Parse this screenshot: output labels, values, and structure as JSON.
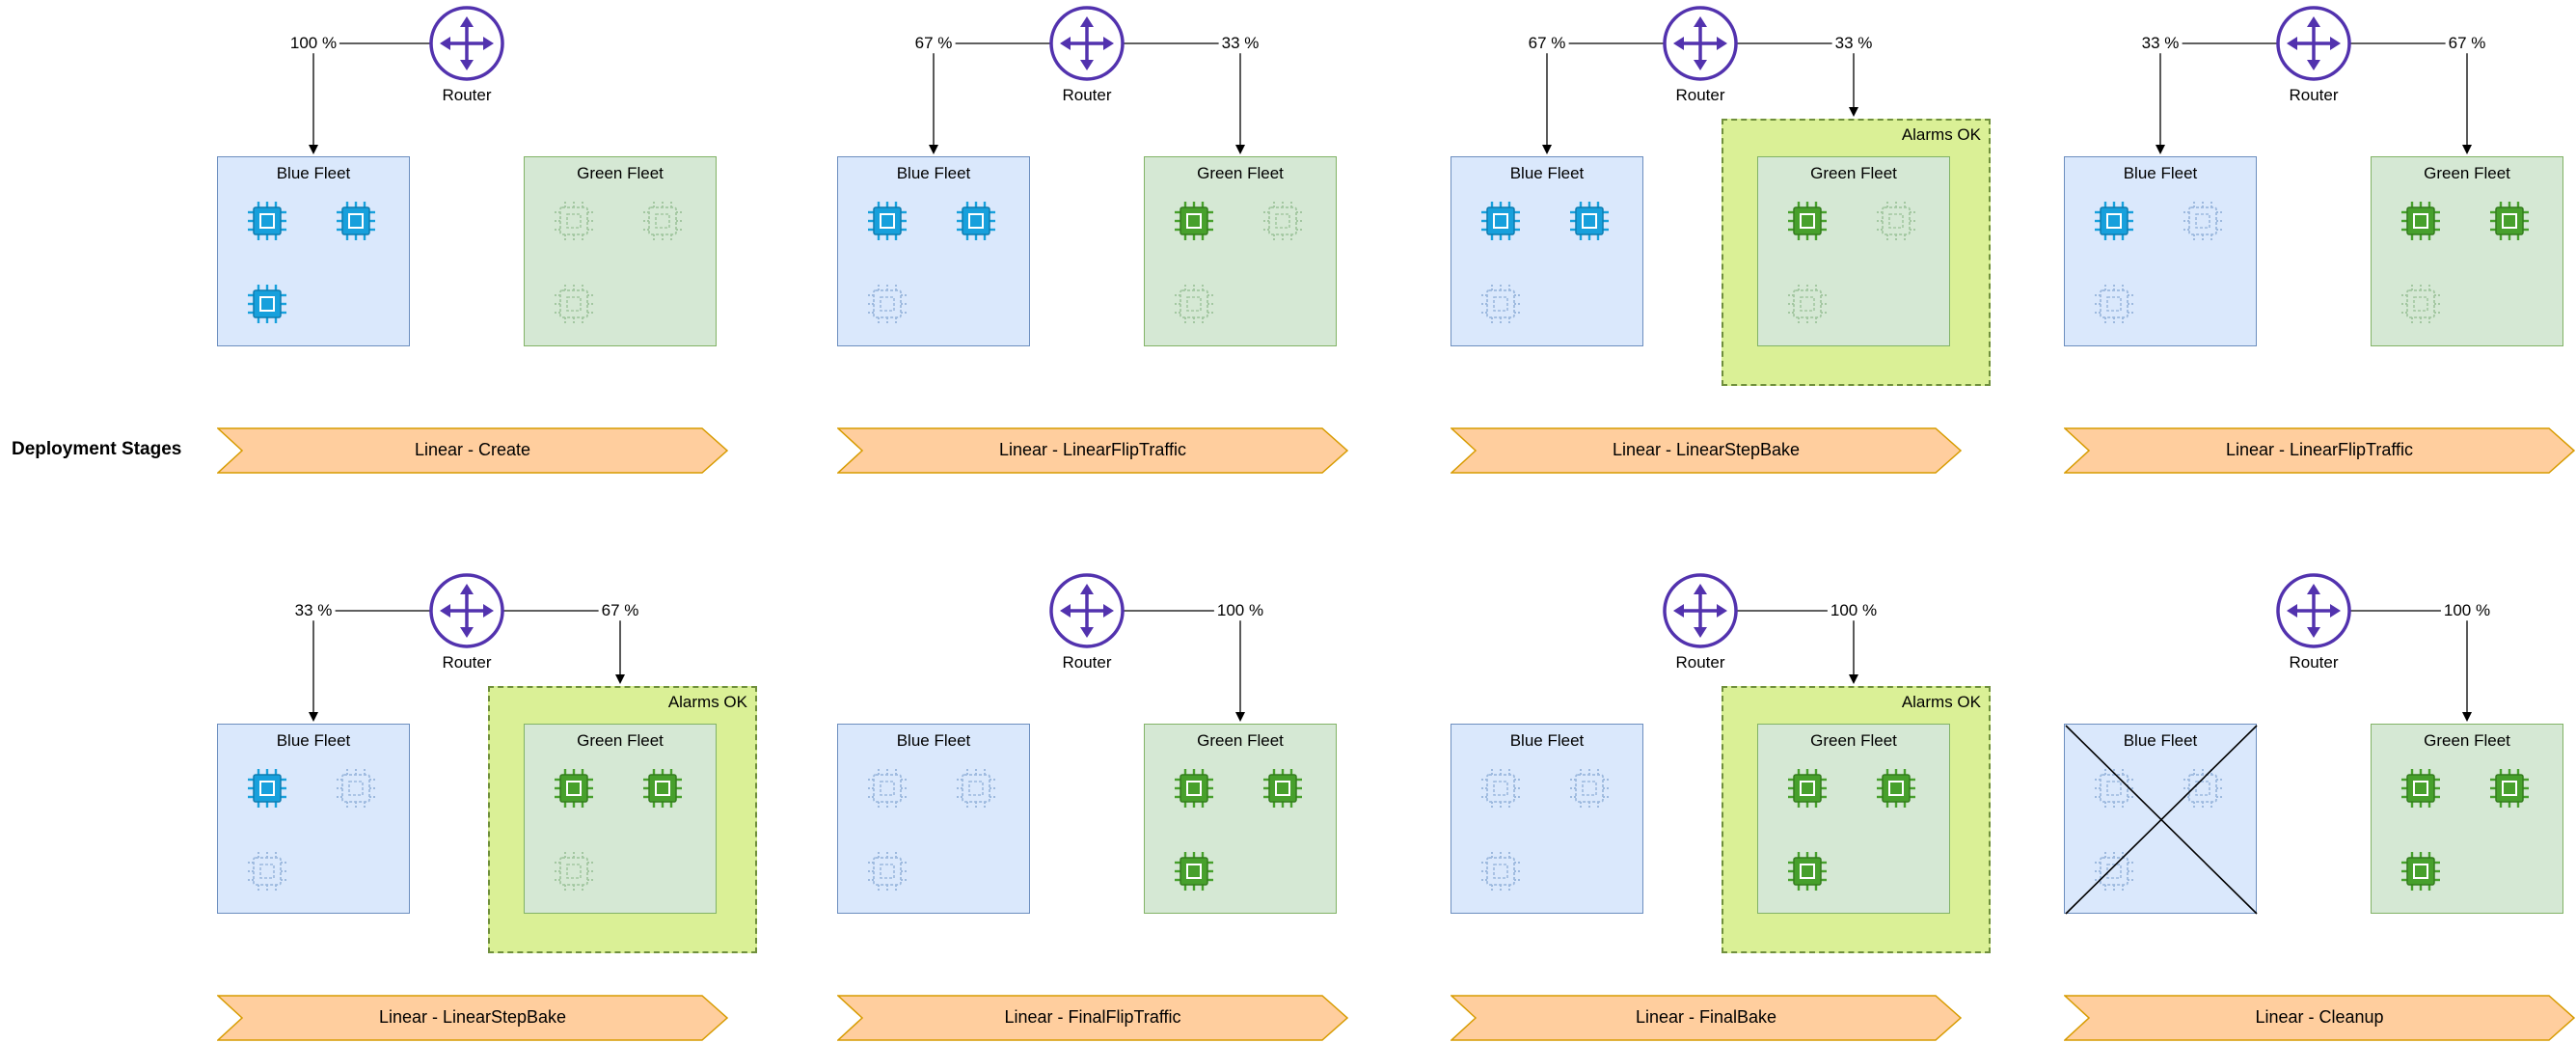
{
  "deployment_stages_label": "Deployment Stages",
  "labels": {
    "router": "Router",
    "blue_fleet": "Blue Fleet",
    "green_fleet": "Green Fleet",
    "alarms_ok": "Alarms OK"
  },
  "colors": {
    "router": "#5232ae",
    "connector": "#000000",
    "blue_fill": "#dae8fc",
    "blue_stroke": "#6c8ebf",
    "green_fill": "#d5e8d4",
    "green_stroke": "#82b366",
    "chip_blue": "#17a0dc",
    "chip_blue_dark": "#0d7cb0",
    "chip_blue_faded": "#9db9de",
    "chip_green": "#47a02c",
    "chip_green_dark": "#337c1d",
    "chip_green_faded": "#a3c7a1",
    "alarms_fill": "#daf096",
    "alarms_stroke": "#6f8f3c",
    "banner_fill": "#ffce9e",
    "banner_stroke": "#d79b00"
  },
  "panels": [
    {
      "row": 0,
      "col": 0,
      "stage": "Linear - Create",
      "left_pct": "100 %",
      "right_pct": null,
      "blue_chips": [
        1,
        1,
        1
      ],
      "green_chips": [
        0,
        0,
        0
      ],
      "alarms": false,
      "blue_crossed": false
    },
    {
      "row": 0,
      "col": 1,
      "stage": "Linear - LinearFlipTraffic",
      "left_pct": "67 %",
      "right_pct": "33 %",
      "blue_chips": [
        1,
        1,
        0
      ],
      "green_chips": [
        1,
        0,
        0
      ],
      "alarms": false,
      "blue_crossed": false
    },
    {
      "row": 0,
      "col": 2,
      "stage": "Linear - LinearStepBake",
      "left_pct": "67 %",
      "right_pct": "33 %",
      "blue_chips": [
        1,
        1,
        0
      ],
      "green_chips": [
        1,
        0,
        0
      ],
      "alarms": true,
      "blue_crossed": false
    },
    {
      "row": 0,
      "col": 3,
      "stage": "Linear - LinearFlipTraffic",
      "left_pct": "33 %",
      "right_pct": "67 %",
      "blue_chips": [
        1,
        0,
        0
      ],
      "green_chips": [
        1,
        1,
        0
      ],
      "alarms": false,
      "blue_crossed": false
    },
    {
      "row": 1,
      "col": 0,
      "stage": "Linear - LinearStepBake",
      "left_pct": "33 %",
      "right_pct": "67 %",
      "blue_chips": [
        1,
        0,
        0
      ],
      "green_chips": [
        1,
        1,
        0
      ],
      "alarms": true,
      "blue_crossed": false
    },
    {
      "row": 1,
      "col": 1,
      "stage": "Linear - FinalFlipTraffic",
      "left_pct": null,
      "right_pct": "100 %",
      "blue_chips": [
        0,
        0,
        0
      ],
      "green_chips": [
        1,
        1,
        1
      ],
      "alarms": false,
      "blue_crossed": false
    },
    {
      "row": 1,
      "col": 2,
      "stage": "Linear - FinalBake",
      "left_pct": null,
      "right_pct": "100 %",
      "blue_chips": [
        0,
        0,
        0
      ],
      "green_chips": [
        1,
        1,
        1
      ],
      "alarms": true,
      "blue_crossed": false
    },
    {
      "row": 1,
      "col": 3,
      "stage": "Linear - Cleanup",
      "left_pct": null,
      "right_pct": "100 %",
      "blue_chips": [
        0,
        0,
        0
      ],
      "green_chips": [
        1,
        1,
        1
      ],
      "alarms": false,
      "blue_crossed": true
    }
  ]
}
